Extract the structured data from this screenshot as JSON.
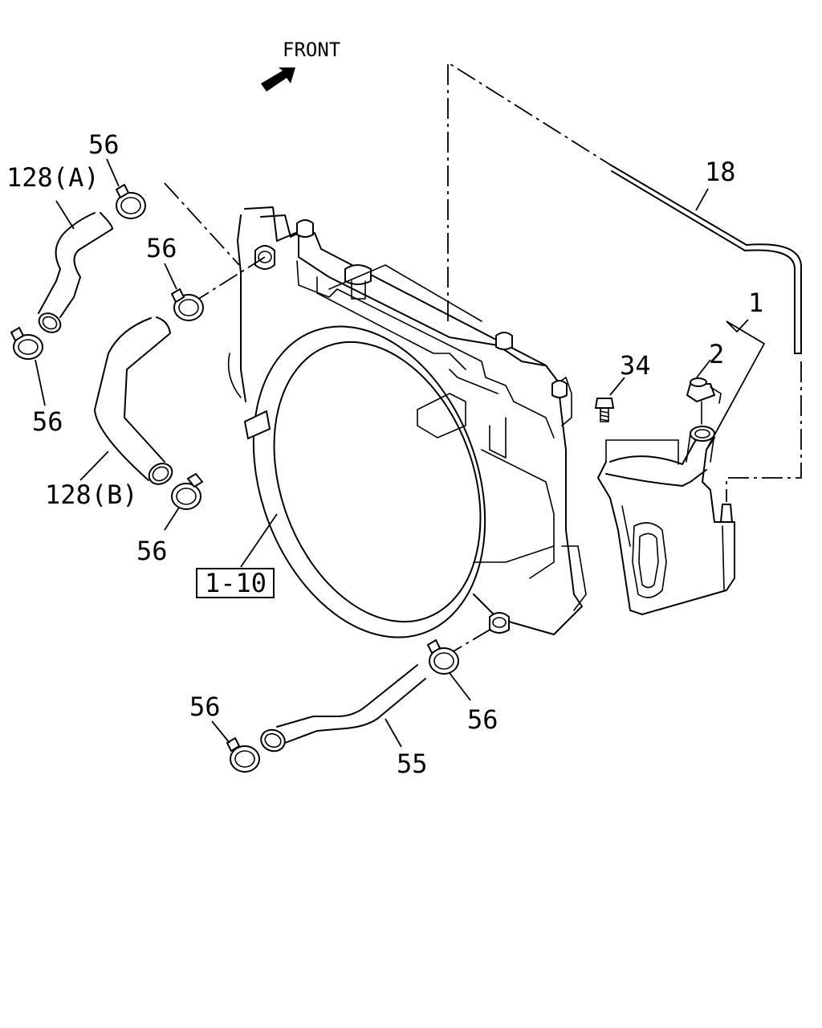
{
  "diagram": {
    "front_label": "FRONT",
    "callouts": {
      "c_18": "18",
      "c_1": "1",
      "c_2": "2",
      "c_34": "34",
      "c_128a": "128(A)",
      "c_128b": "128(B)",
      "c_56_top": "56",
      "c_56_mid": "56",
      "c_56_left": "56",
      "c_56_low": "56",
      "c_56_bottom_left": "56",
      "c_56_bottom_right": "56",
      "c_55": "55",
      "c_1_10": "1-10"
    }
  }
}
